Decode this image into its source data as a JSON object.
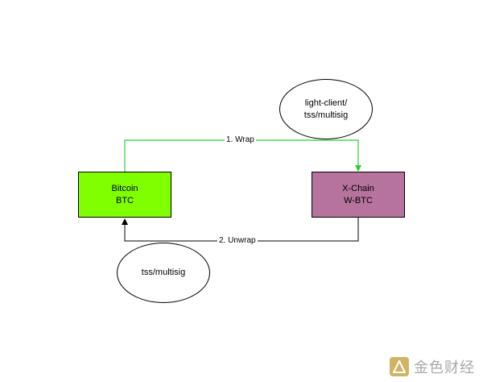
{
  "nodes": {
    "bitcoin": {
      "line1": "Bitcoin",
      "line2": "BTC",
      "fill": "#80ff00"
    },
    "xchain": {
      "line1": "X-Chain",
      "line2": "W-BTC",
      "fill": "#b5739d"
    },
    "verifier_top": {
      "line1": "light-client/",
      "line2": "tss/multisig"
    },
    "verifier_bottom": {
      "line1": "tss/multisig"
    }
  },
  "edges": {
    "wrap": {
      "label": "1. Wrap",
      "color": "#33cc33"
    },
    "unwrap": {
      "label": "2. Unwrap",
      "color": "#000000"
    }
  },
  "watermark": {
    "text": "金色财经"
  }
}
